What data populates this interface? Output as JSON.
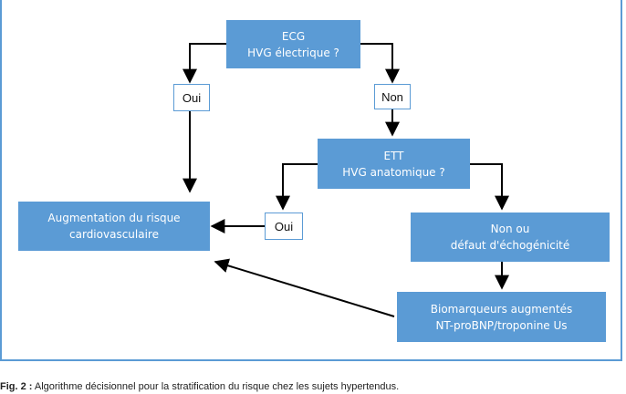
{
  "diagram": {
    "nodes": {
      "ecg": {
        "line1": "ECG",
        "line2": "HVG électrique ?"
      },
      "ett": {
        "line1": "ETT",
        "line2": "HVG anatomique ?"
      },
      "risk": {
        "line1": "Augmentation du risque",
        "line2": "cardiovasculaire"
      },
      "non_defaut": {
        "line1": "Non ou",
        "line2": "défaut d'échogénicité"
      },
      "biomarqueurs": {
        "line1": "Biomarqueurs augmentés",
        "line2": "NT-proBNP/troponine Us"
      }
    },
    "labels": {
      "oui_1": "Oui",
      "non_1": "Non",
      "oui_2": "Oui"
    },
    "colors": {
      "box": "#5b9bd5",
      "border": "#5b9bd5",
      "arrow": "#000000"
    }
  },
  "caption": {
    "prefix": "Fig. 2 :",
    "text": "Algorithme décisionnel pour la stratification du risque chez les sujets hypertendus."
  }
}
